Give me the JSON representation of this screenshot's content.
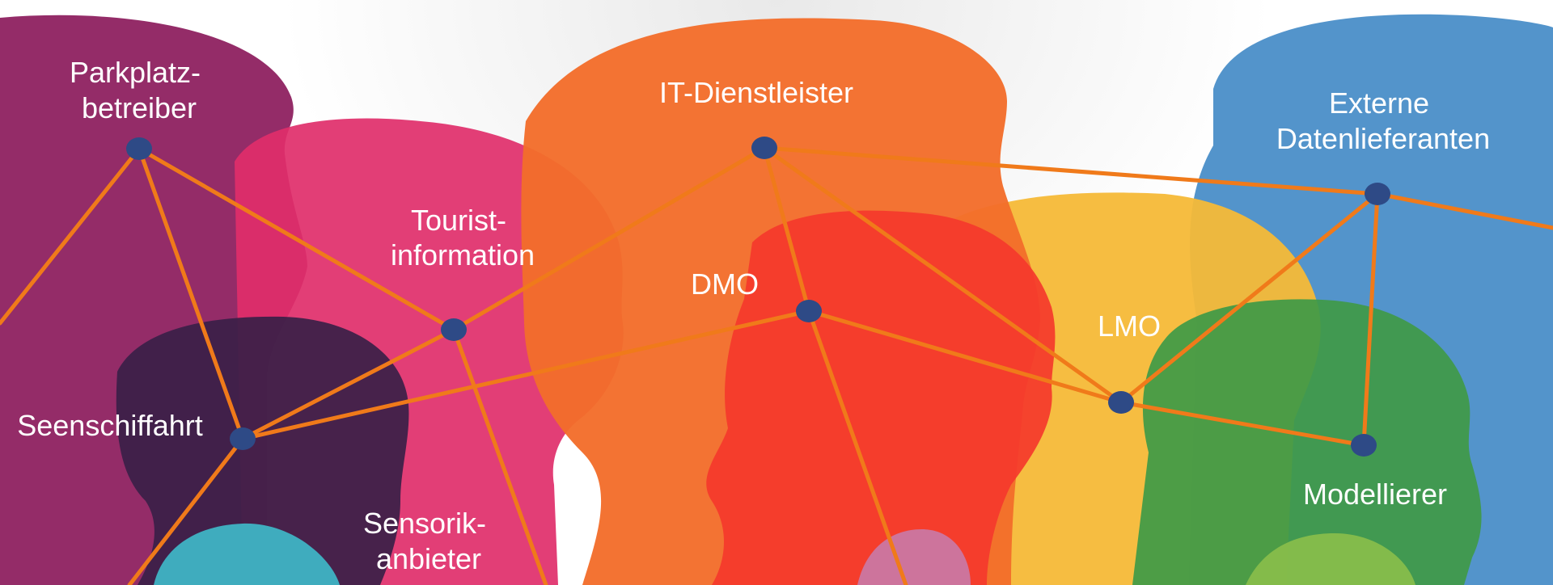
{
  "diagram": {
    "nodes": [
      {
        "id": "parkplatz",
        "lines": [
          "Parkplatz-",
          "betreiber"
        ]
      },
      {
        "id": "tourist",
        "lines": [
          "Tourist-",
          "information"
        ]
      },
      {
        "id": "it",
        "lines": [
          "IT-Dienstleister"
        ]
      },
      {
        "id": "dmo",
        "lines": [
          "DMO"
        ]
      },
      {
        "id": "lmo",
        "lines": [
          "LMO"
        ]
      },
      {
        "id": "externe",
        "lines": [
          "Externe",
          "Datenlieferanten"
        ]
      },
      {
        "id": "seenschiffahrt",
        "lines": [
          "Seenschiffahrt"
        ]
      },
      {
        "id": "sensorik",
        "lines": [
          "Sensorik-",
          "anbieter"
        ]
      },
      {
        "id": "modellierer",
        "lines": [
          "Modellierer"
        ]
      }
    ],
    "colors": {
      "link": "#f07a1a",
      "node": "#2e4a86",
      "head_purple": "#8e2160",
      "head_magenta": "#e02e6a",
      "head_orange": "#f26d2b",
      "head_red": "#f4392c",
      "head_yellow": "#f6b937",
      "head_blue": "#4a8ec8",
      "head_green": "#3f9a47",
      "head_dark": "#3a2048",
      "head_teal": "#3fb4c4"
    }
  }
}
